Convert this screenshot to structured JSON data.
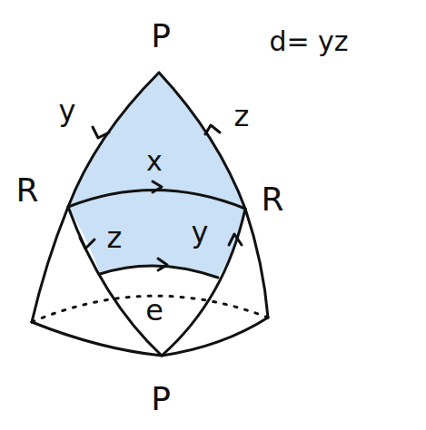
{
  "diagram": {
    "labels": [
      "P",
      "d= yz",
      "y",
      "z",
      "x",
      "R",
      "R",
      "z",
      "y",
      "e",
      "P"
    ]
  }
}
